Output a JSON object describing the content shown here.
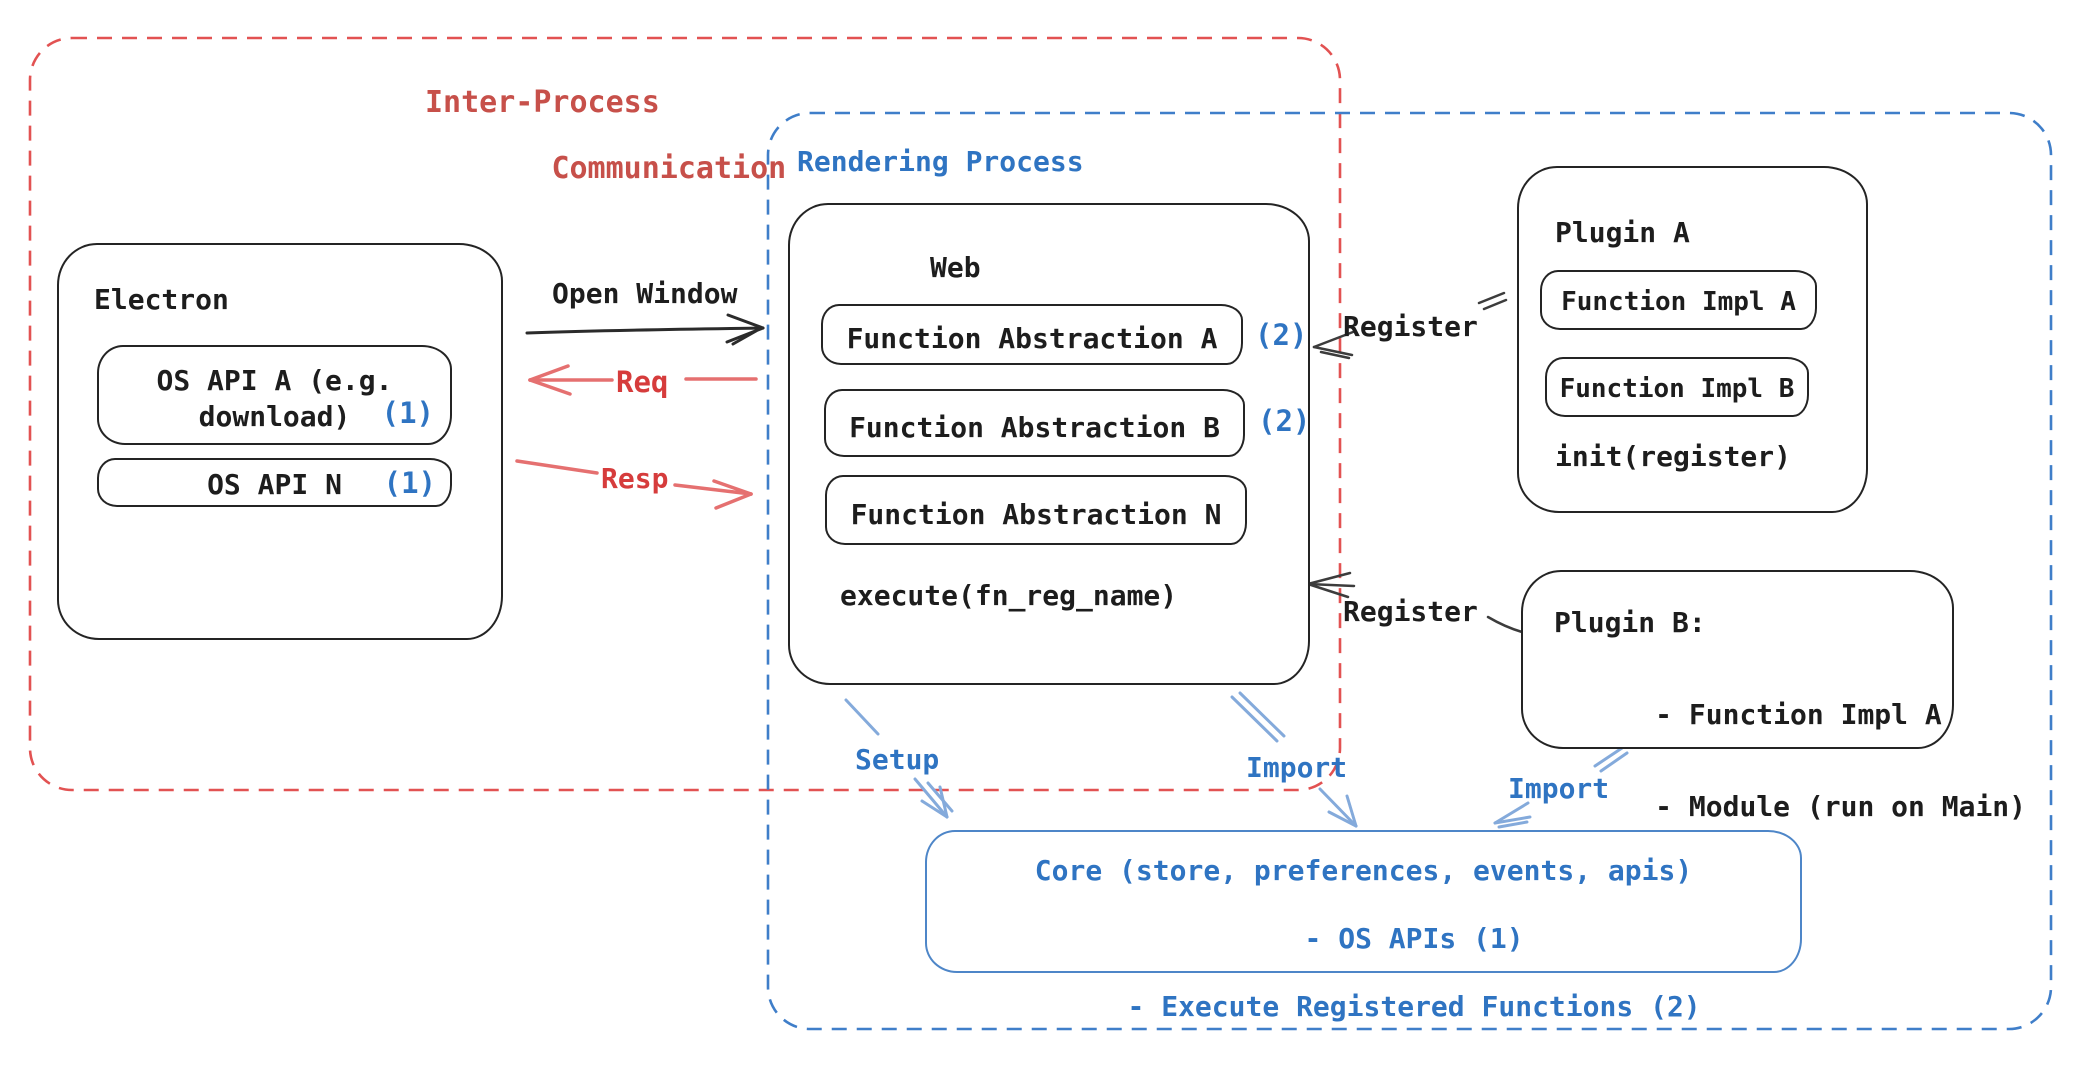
{
  "colors": {
    "red_border": "#e25252",
    "red_text": "#c7504a",
    "red_arrow": "#e57070",
    "blue_border": "#3f7ec9",
    "blue_text": "#2f74c2",
    "blue_arrow": "#84aadb",
    "ink": "#1d1d1d"
  },
  "ipc": {
    "title_line1": "Inter-Process",
    "title_line2": "Communication"
  },
  "rendering": {
    "title": "Rendering Process"
  },
  "electron": {
    "title": "Electron",
    "api_a": {
      "line1": "OS API A (e.g.",
      "line2": "download)",
      "badge": "(1)"
    },
    "api_n": {
      "label": "OS API N",
      "badge": "(1)"
    }
  },
  "web": {
    "title": "Web",
    "items": [
      {
        "label": "Function Abstraction A",
        "badge": "(2)"
      },
      {
        "label": "Function Abstraction B",
        "badge": "(2)"
      },
      {
        "label": "Function Abstraction N",
        "badge": ""
      }
    ],
    "footer": "execute(fn_reg_name)"
  },
  "plugin_a": {
    "title": "Plugin A",
    "impl_a": "Function Impl A",
    "impl_b": "Function Impl B",
    "footer": "init(register)"
  },
  "plugin_b": {
    "title": "Plugin B:",
    "line1": "- Function Impl A",
    "line2": "- Module (run on Main)"
  },
  "core": {
    "line1": "Core (store, preferences, events, apis)",
    "line2": "- OS APIs (1)",
    "line3": "- Execute Registered Functions (2)"
  },
  "arrows": {
    "open_window": "Open Window",
    "req": "Req",
    "resp": "Resp",
    "register_top": "Register",
    "register_bottom": "Register",
    "setup": "Setup",
    "import_web": "Import",
    "import_plugin": "Import"
  }
}
